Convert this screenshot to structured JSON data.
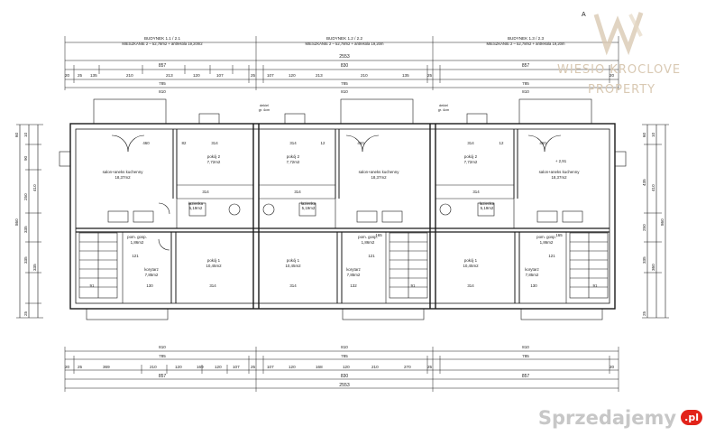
{
  "top_header": {
    "unit_labels": [
      "BUDYNEK 1.1 / 2.1",
      "BUDYNEK 1.2 / 2.2",
      "BUDYNEK 1.3 / 2.3"
    ],
    "area_lines": [
      "MIESZKANIE 2 – 52,78m2 + antresola 19,20m2",
      "MIESZKANIE 2 – 52,78m2 + antresola 19,20m",
      "MIESZKANIE 2 – 52,78m2 + antresola 19,20m"
    ]
  },
  "dimensions": {
    "overall": "2553",
    "unit_width": "857",
    "unit_mid": "830",
    "top_chain": [
      "20",
      "25",
      "135",
      "210",
      "213",
      "120",
      "107",
      "25",
      "107",
      "120",
      "213",
      "210",
      "135",
      "25",
      "20"
    ],
    "bottom_chain": [
      "20",
      "25",
      "369",
      "210",
      "120",
      "169",
      "120",
      "107",
      "25",
      "107",
      "120",
      "168",
      "120",
      "210",
      "270",
      "25",
      "20"
    ],
    "sub_785": "785",
    "sub_810": "810",
    "left_chain": [
      "60",
      "10",
      "90",
      "410",
      "250",
      "335",
      "335",
      "335",
      "25"
    ],
    "left_overall": "860",
    "right_chain": [
      "60",
      "10",
      "435",
      "410",
      "250",
      "335",
      "360",
      "25"
    ],
    "right_overall": "860"
  },
  "rooms": {
    "salon": "salon+aneks kuchenny",
    "salon_area": "18,37m2",
    "pokoj2": "pokój 2",
    "pokoj2_area": "7,72m2",
    "pokoj1": "pokój 1",
    "pokoj1_area": "10,45m2",
    "lazienka": "łazienka",
    "lazienka_area": "5,19m2",
    "komunikacja": "pom. gosp.",
    "komunikacja_area": "1,86m2",
    "korytarz": "korytarz",
    "korytarz_area": "7,85m2"
  },
  "annotations": {
    "doc_mark": "A",
    "dim_460": "460",
    "dim_314": "314",
    "dim_82": "82",
    "dim_12": "12",
    "dim_165": "165",
    "dim_121": "121",
    "dim_130": "130",
    "dim_132": "132",
    "dim_91": "91",
    "dim_12b": "12",
    "level": "+ 2,91",
    "window_tag": "dekiel",
    "window_note": "gr. 4cm"
  },
  "watermark": {
    "line1": "WIESIO KROCLOVE",
    "line2": "PROPERTY"
  },
  "brand": {
    "name": "Sprzedajemy",
    "suffix": ".pl"
  },
  "colors": {
    "line": "#1a1a1a",
    "watermark": "#d5c3a8",
    "brand_red": "#e2231a",
    "brand_gray": "#bdbdbd"
  }
}
